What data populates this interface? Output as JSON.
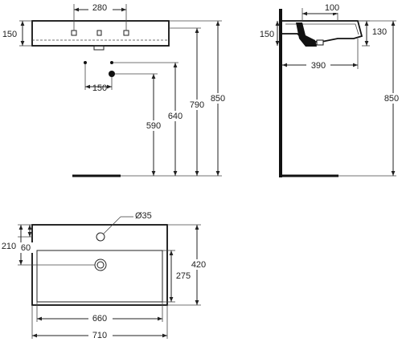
{
  "front_view": {
    "tap_spacing": "280",
    "rim_height": "150",
    "pipe_offset": "150",
    "h_590": "590",
    "h_640": "640",
    "h_790": "790",
    "h_850": "850"
  },
  "side_view": {
    "depth_100": "100",
    "height_150": "150",
    "height_130": "130",
    "projection_390": "390",
    "height_850": "850"
  },
  "top_view": {
    "hole_diameter": "Ø35",
    "depth_210": "210",
    "depth_60": "60",
    "depth_420": "420",
    "bowl_depth_275": "275",
    "bowl_width_660": "660",
    "overall_width_710": "710"
  },
  "colors": {
    "line": "#222222",
    "background": "#ffffff"
  }
}
